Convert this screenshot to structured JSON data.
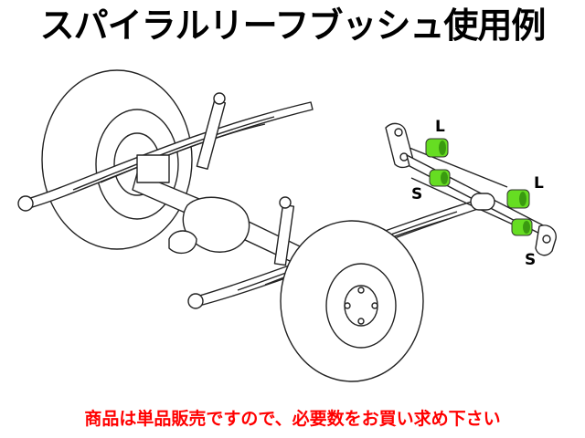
{
  "header": {
    "title": "スパイラルリーフブッシュ使用例"
  },
  "diagram": {
    "labels": {
      "large_1": "L",
      "small_1": "S",
      "large_2": "L",
      "small_2": "S"
    },
    "colors": {
      "bushing": "#66dd22",
      "line": "#222222"
    }
  },
  "footer": {
    "notice": "商品は単品販売ですので、必要数をお買い求め下さい"
  }
}
